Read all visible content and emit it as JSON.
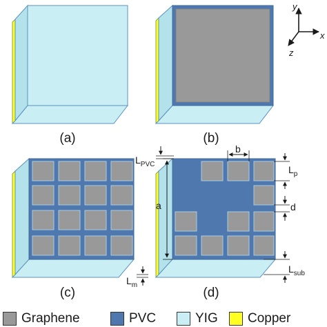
{
  "panels": {
    "a": "(a)",
    "b": "(b)",
    "c": "(c)",
    "d": "(d)"
  },
  "axes": {
    "x": "x",
    "y": "y",
    "z": "z"
  },
  "dimensions": {
    "l_pvc": {
      "main": "L",
      "sub": "PVC"
    },
    "b": "b",
    "l_p": {
      "main": "L",
      "sub": "p"
    },
    "a": "a",
    "d": "d",
    "l_sub": {
      "main": "L",
      "sub": "sub"
    },
    "l_m": {
      "main": "L",
      "sub": "m"
    }
  },
  "legend": [
    {
      "label": "Graphene",
      "color": "#999999"
    },
    {
      "label": "PVC",
      "color": "#4f78ae"
    },
    {
      "label": "YIG",
      "color": "#c9eef3"
    },
    {
      "label": "Copper",
      "color": "#ffff22"
    }
  ],
  "colors": {
    "graphene": "#999999",
    "pvc": "#4f78ae",
    "yig_face": "#c9eef3",
    "yig_side": "#b3e2ea",
    "copper": "#ffff22",
    "outline": "#5b93bf"
  }
}
